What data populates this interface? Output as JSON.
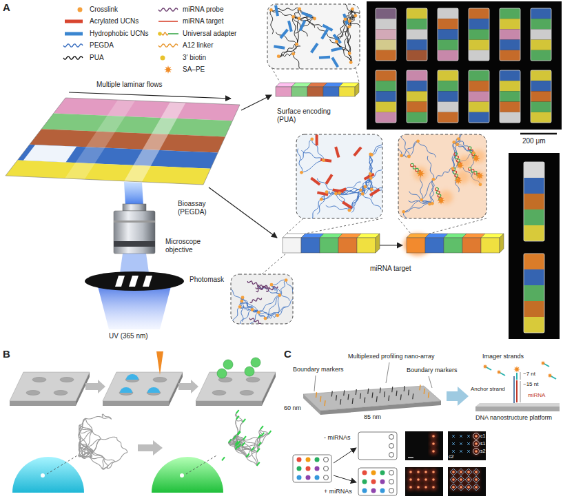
{
  "diagram": {
    "labels": [
      "A",
      "Multiple laminar flows",
      "Surface encoding (PUA)",
      "200 μm",
      "Bioassay (PEGDA)",
      "Microscope objective",
      "Photomask",
      "UV (365 nm)",
      "miRNA target",
      "B",
      "C",
      "Boundary markers",
      "Multiplexed profiling nano-array",
      "Boundary markers",
      "60 nm",
      "85 nm",
      "Imager strands",
      "~7 nt",
      "~15 nt",
      "miRNA",
      "Anchor strand",
      "DNA nanostructure platform",
      "- miRNAs",
      "+ miRNAs",
      "c1",
      "s1",
      "s2",
      "c2"
    ],
    "legend": [
      {
        "text": "Crosslink",
        "color": "#f5a03c"
      },
      {
        "text": "Acrylated UCNs",
        "color": "#d8452f"
      },
      {
        "text": "Hydrophobic UCNs",
        "color": "#3b86d0"
      },
      {
        "text": "PEGDA"
      },
      {
        "text": "PUA"
      },
      {
        "text": "miRNA probe"
      },
      {
        "text": "miRNA target"
      },
      {
        "text": "Universal adapter"
      },
      {
        "text": "A12 linker"
      },
      {
        "text": "3′ biotin",
        "color": "#e8c22c"
      },
      {
        "text": "SA–PE"
      }
    ]
  }
}
